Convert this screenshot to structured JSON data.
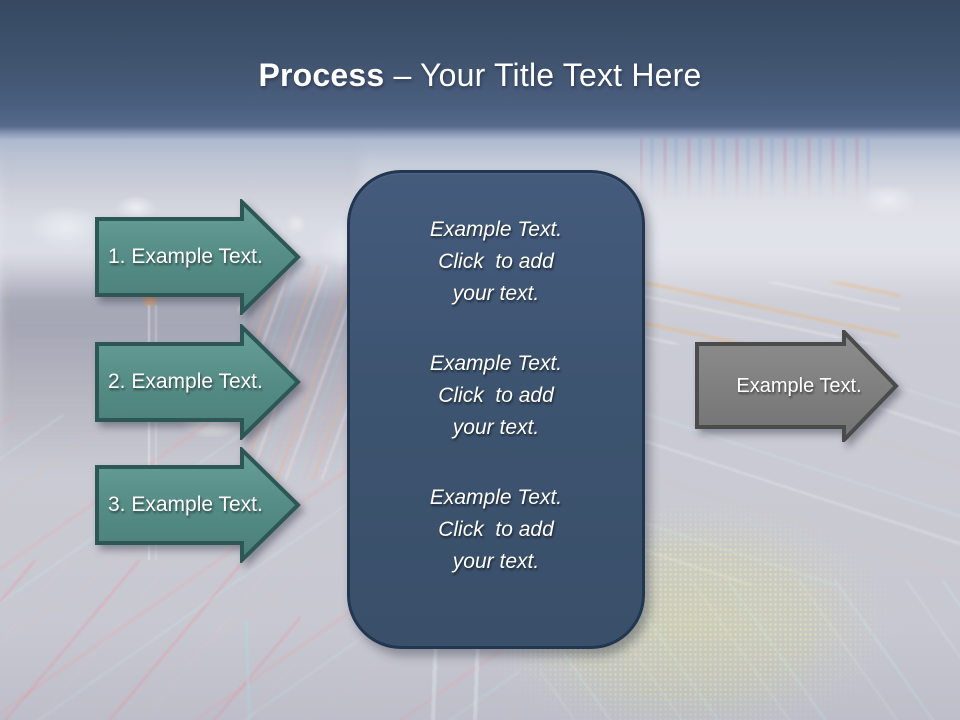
{
  "slide": {
    "title": {
      "emphasis": "Process",
      "rest": " – Your Title Text Here"
    },
    "steps": [
      {
        "label": "1. Example Text."
      },
      {
        "label": "2. Example Text."
      },
      {
        "label": "3. Example Text."
      }
    ],
    "center_box": {
      "paragraphs": [
        {
          "lines": [
            "Example Text.",
            "Click  to add",
            "your text."
          ]
        },
        {
          "lines": [
            "Example Text.",
            "Click  to add",
            "your text."
          ]
        },
        {
          "lines": [
            "Example Text.",
            "Click  to add",
            "your text."
          ]
        }
      ]
    },
    "output_arrow": {
      "label": "Example Text."
    },
    "colors": {
      "header_band": "#41546f",
      "title_text": "#ffffff",
      "step_arrow_fill": "#558c86",
      "step_arrow_border": "#2c5754",
      "center_box_fill": "#3d5470",
      "center_box_border": "#223650",
      "output_arrow_fill": "#7f7f7f",
      "output_arrow_border": "#4b4b4b",
      "label_text": "#ffffff"
    }
  }
}
